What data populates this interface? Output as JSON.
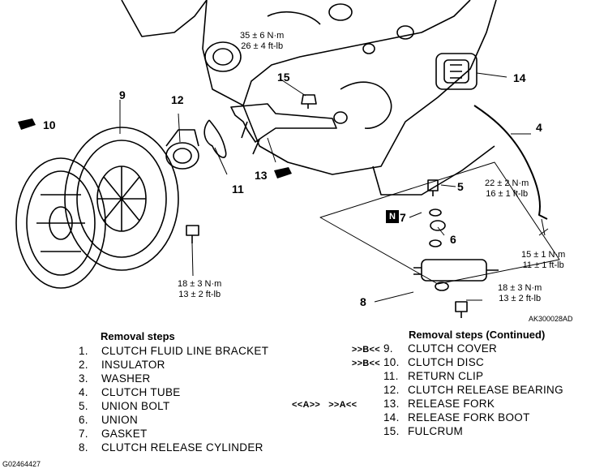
{
  "callouts": [
    "9",
    "10",
    "12",
    "11",
    "13",
    "15",
    "14",
    "4",
    "5",
    "7",
    "6",
    "8"
  ],
  "torques": {
    "t15": [
      "35 ± 6 N·m",
      "26 ± 4 ft-lb"
    ],
    "t5": [
      "22 ± 2 N·m",
      "16 ± 1 ft-lb"
    ],
    "t4": [
      "15 ± 1 N·m",
      "11 ± 1 ft-lb"
    ],
    "tpush": [
      "18 ± 3 N·m",
      "13 ± 2 ft-lb"
    ],
    "t8": [
      "18 ± 3 N·m",
      "13 ± 2 ft-lb"
    ]
  },
  "n_marker": "N",
  "figure_code": "AK300028AD",
  "page_code": "G02464427",
  "steps_left": {
    "heading": "Removal steps",
    "items": [
      {
        "num": "1.",
        "text": "CLUTCH FLUID LINE BRACKET"
      },
      {
        "num": "2.",
        "text": "INSULATOR"
      },
      {
        "num": "3.",
        "text": "WASHER"
      },
      {
        "num": "4.",
        "text": "CLUTCH TUBE"
      },
      {
        "num": "5.",
        "text": "UNION BOLT"
      },
      {
        "num": "6.",
        "text": "UNION"
      },
      {
        "num": "7.",
        "text": "GASKET"
      },
      {
        "num": "8.",
        "text": "CLUTCH RELEASE CYLINDER"
      }
    ]
  },
  "steps_right": {
    "heading": "Removal steps (Continued)",
    "items": [
      {
        "mark": ">>B<<",
        "num": "9.",
        "text": "CLUTCH COVER"
      },
      {
        "mark": ">>B<<",
        "num": "10.",
        "text": "CLUTCH DISC"
      },
      {
        "mark": "",
        "num": "11.",
        "text": "RETURN CLIP"
      },
      {
        "mark": "",
        "num": "12.",
        "text": "CLUTCH RELEASE BEARING"
      },
      {
        "mark": "<<A>>   >>A<<",
        "num": "13.",
        "text": "RELEASE FORK"
      },
      {
        "mark": "",
        "num": "14.",
        "text": "RELEASE FORK BOOT"
      },
      {
        "mark": "",
        "num": "15.",
        "text": "FULCRUM"
      }
    ]
  }
}
